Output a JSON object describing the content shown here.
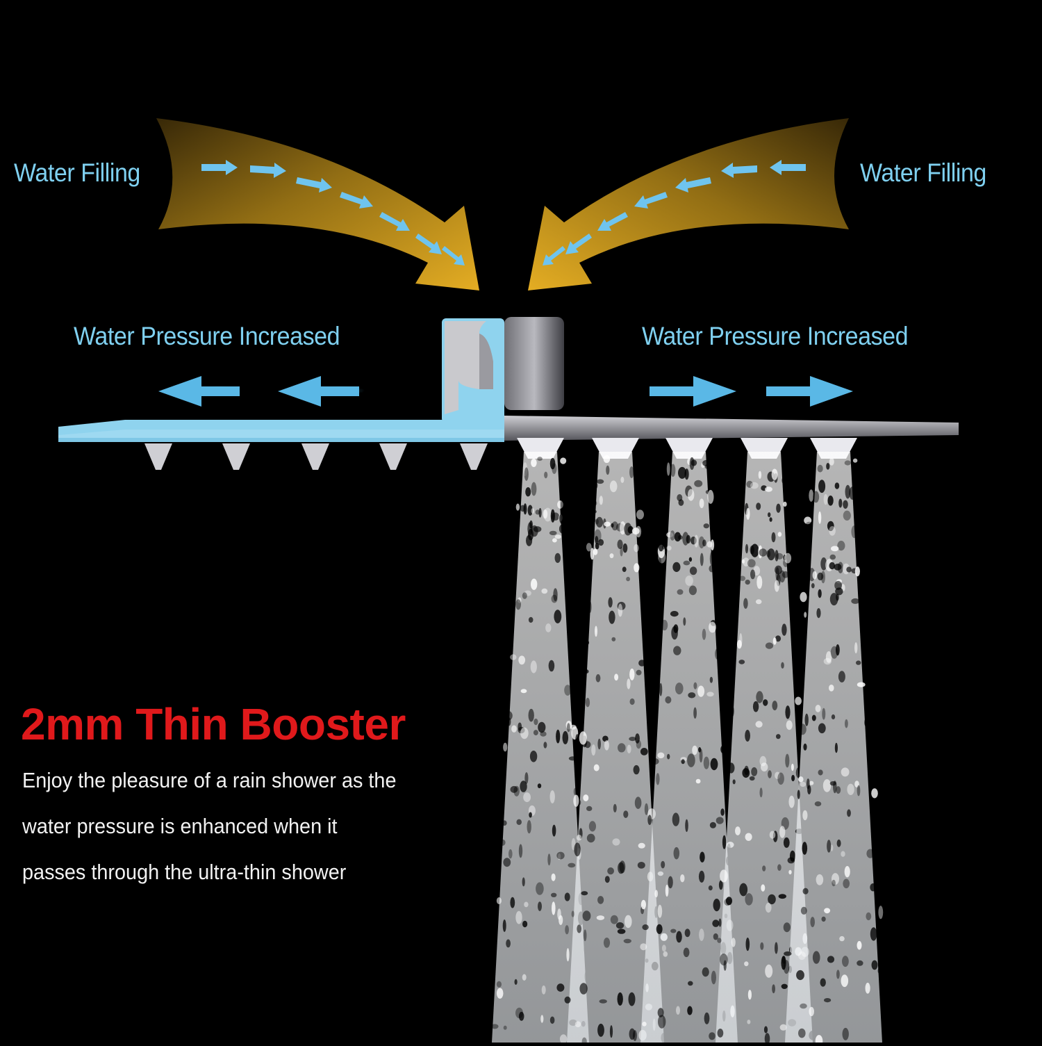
{
  "labels": {
    "water_filling_left": "Water Filling",
    "water_filling_right": "Water Filling",
    "pressure_left": "Water Pressure Increased",
    "pressure_right": "Water Pressure Increased"
  },
  "headline": "2mm Thin Booster",
  "description_lines": [
    "Enjoy the pleasure of a rain shower as the",
    "water pressure is enhanced when it",
    "passes through the ultra-thin shower"
  ],
  "colors": {
    "background": "#000000",
    "label_blue": "#7fd0f0",
    "headline_red": "#e0191b",
    "arrow_gold": "#d9a41e",
    "water_channel": "#8fd3ee",
    "arrow_blue": "#4fb3e6"
  },
  "icons": {
    "fill_arrows": "curved-arrow-icon",
    "pressure_arrows": "arrow-icon"
  }
}
